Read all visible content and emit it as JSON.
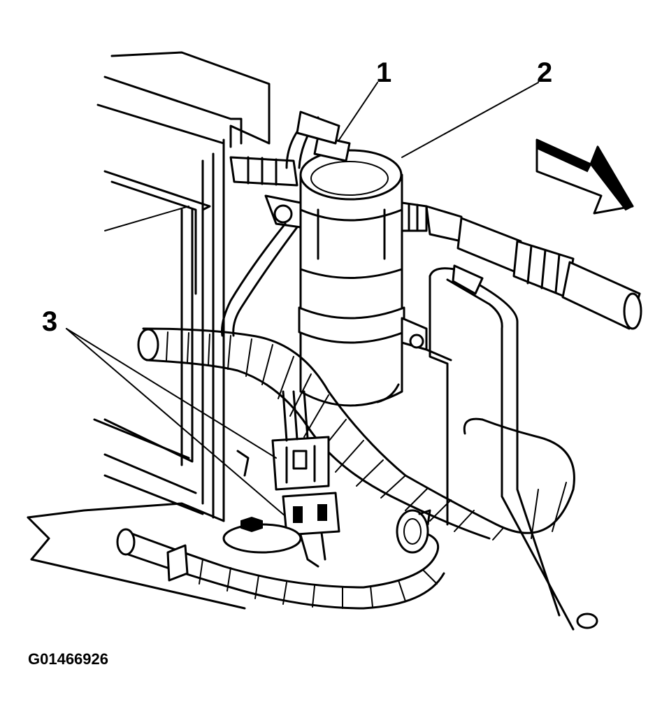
{
  "callouts": {
    "one": "1",
    "two": "2",
    "three": "3"
  },
  "figure_id": "G01466926",
  "colors": {
    "ink": "#000000",
    "paper": "#ffffff"
  }
}
